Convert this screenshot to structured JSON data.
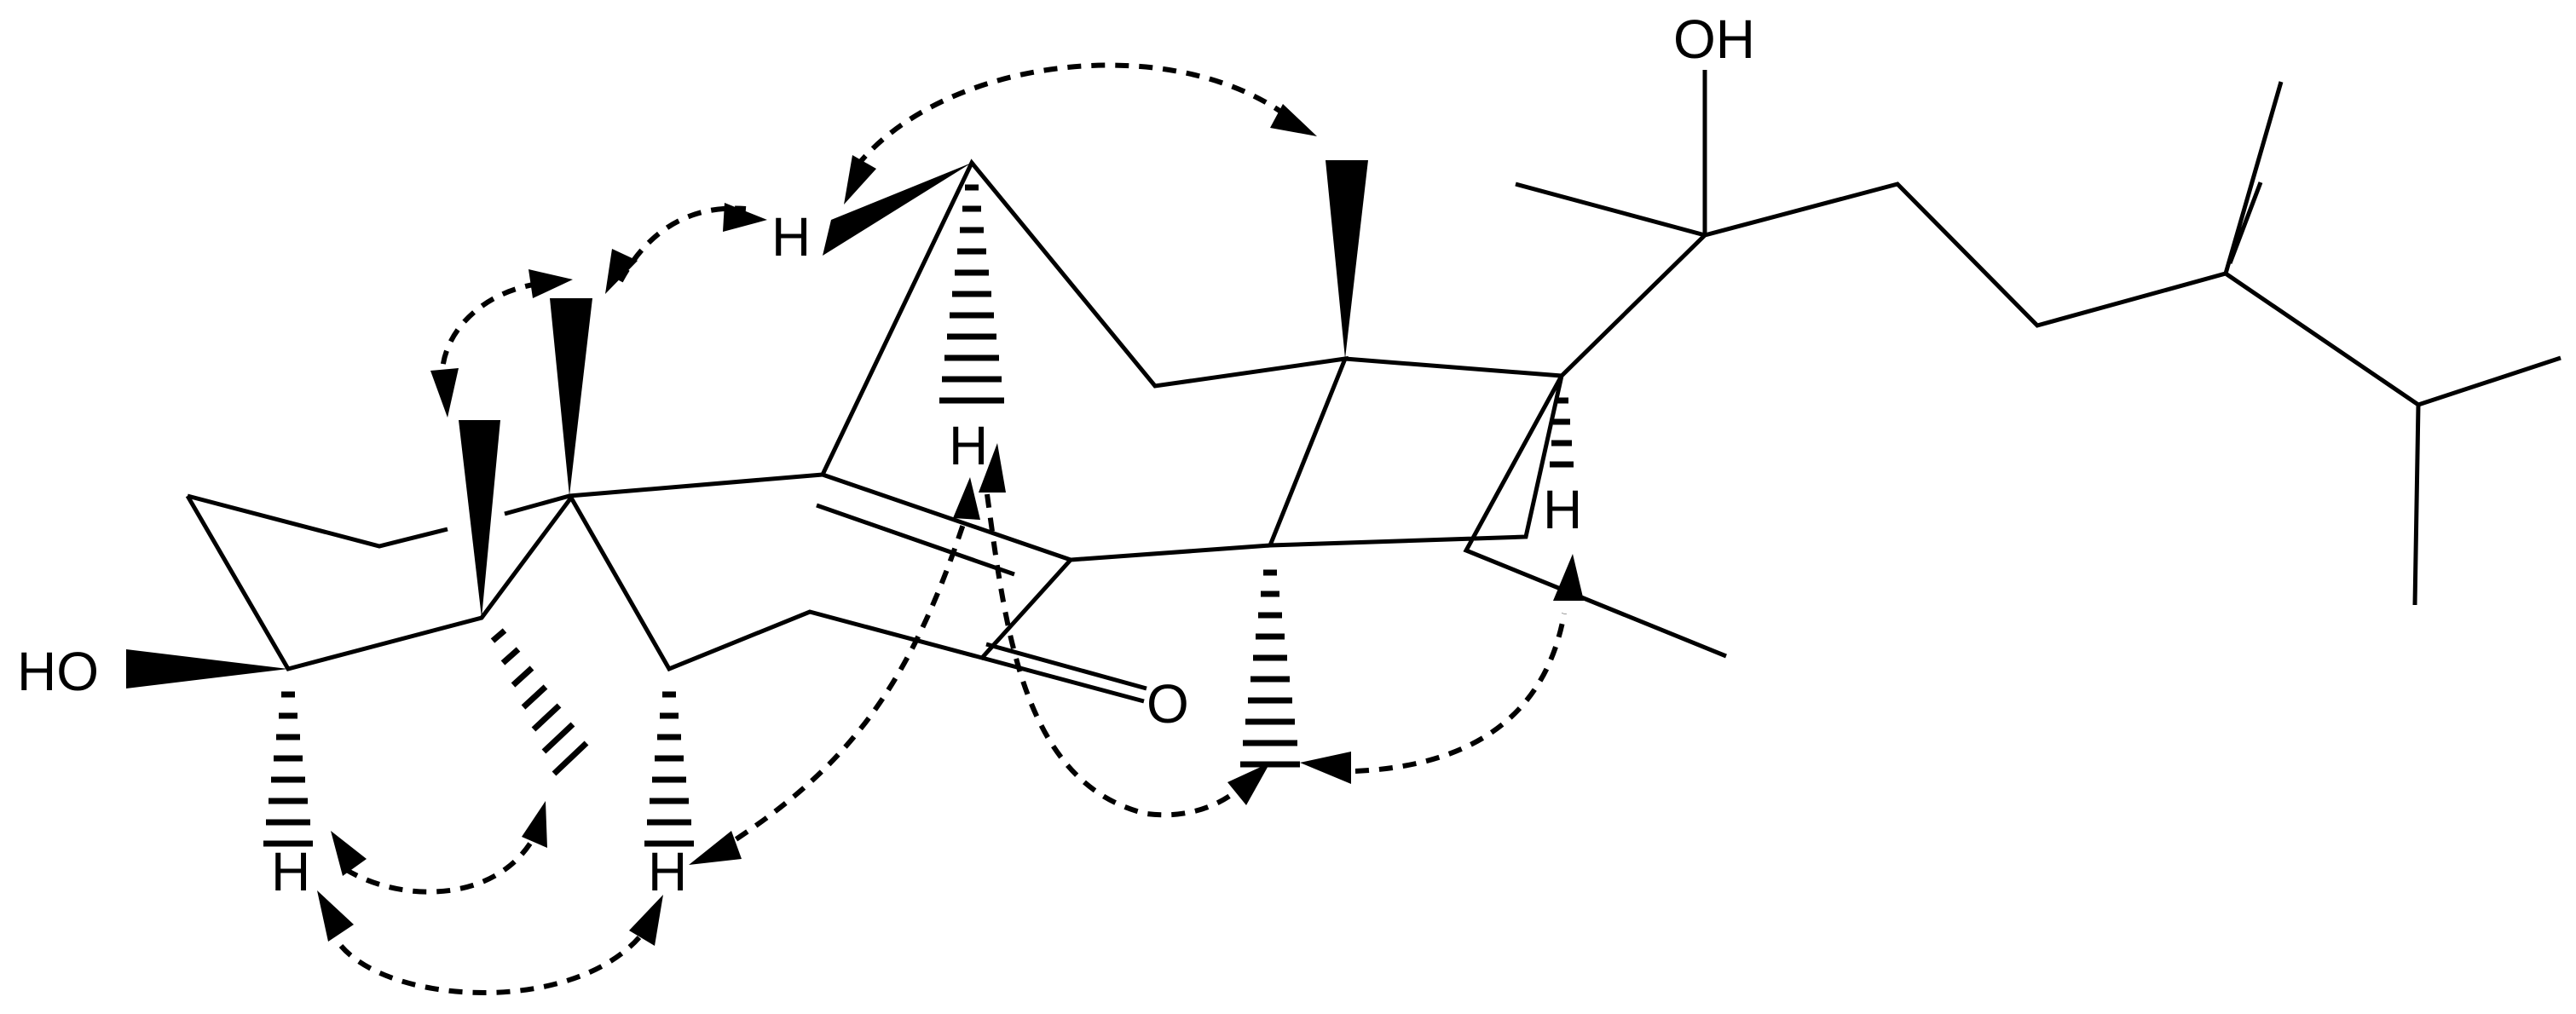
{
  "atoms": {
    "oh_top": "OH",
    "ho_left": "HO",
    "o_ketone": "O",
    "h_c9_top": "H",
    "h_c8": "H",
    "h_c17": "H",
    "h_c3": "H",
    "h_c5": "H"
  }
}
